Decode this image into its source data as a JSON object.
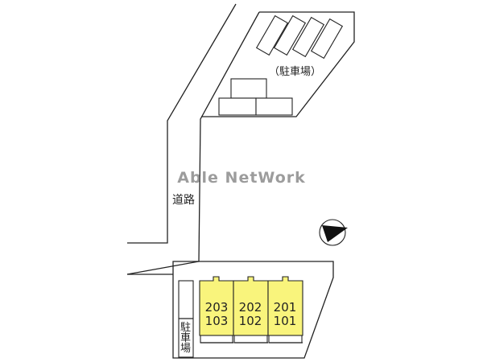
{
  "watermark": "Able NetWork",
  "road_label": "道路",
  "parking_top_label": "（駐車場）",
  "parking_bottom_label": [
    "駐",
    "車",
    "場"
  ],
  "units": [
    {
      "upper": "203",
      "lower": "103"
    },
    {
      "upper": "202",
      "lower": "102"
    },
    {
      "upper": "201",
      "lower": "101"
    }
  ],
  "icons": {
    "north_arrow": "north-arrow-icon"
  },
  "colors": {
    "unit_fill": "#f9f47c",
    "line": "#222222",
    "watermark": "#5f5f5f"
  }
}
